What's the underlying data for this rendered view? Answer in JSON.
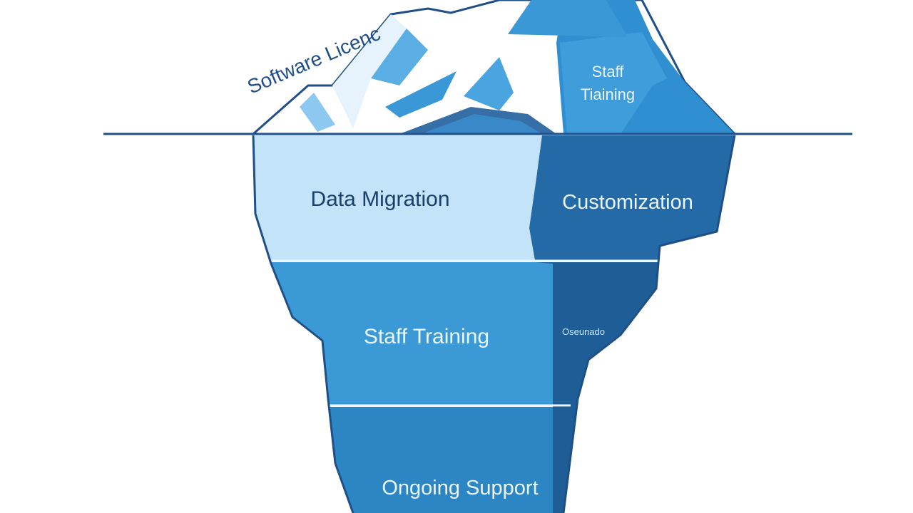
{
  "diagram": {
    "type": "iceberg",
    "above_water": {
      "visible_cost": "Software Licenc",
      "peak_label_line1": "Staff",
      "peak_label_line2": "Tiaining"
    },
    "below_water": {
      "left": [
        {
          "label": "Data Migration"
        },
        {
          "label": "Staff Training"
        },
        {
          "label": "Ongoing Support"
        }
      ],
      "right": [
        {
          "label": "Customization"
        },
        {
          "label": "Oseunado"
        }
      ]
    }
  },
  "colors": {
    "outline": "#1f4f86",
    "water_line": "#1f4f86",
    "light_panel": "#c3e3f8",
    "mid_panel": "#3b9ad6",
    "deep_panel": "#2d86c4",
    "dark_side": "#246aa6",
    "darker_side": "#1e5d95",
    "text_dark": "#1b3f6b",
    "text_light": "#eaf5fd"
  }
}
